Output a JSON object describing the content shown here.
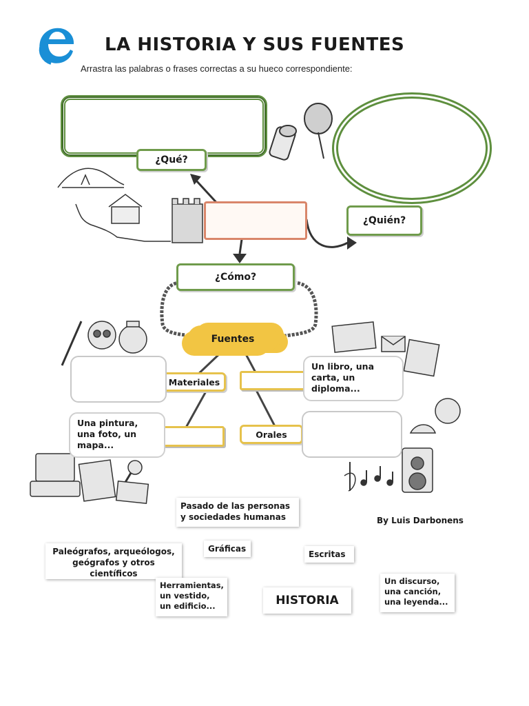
{
  "header": {
    "title": "LA HISTORIA Y SUS FUENTES",
    "instructions": "Arrastra las palabras o frases correctas a su hueco correspondiente:"
  },
  "map": {
    "que_label": "¿Qué?",
    "quien_label": "¿Quién?",
    "como_label": "¿Cómo?",
    "fuentes_label": "Fuentes",
    "materiales_label": "Materiales",
    "orales_label": "Orales",
    "escritas_example": "Un libro, una carta, un diploma...",
    "graficas_example": "Una pintura, una foto, un mapa..."
  },
  "cards": {
    "pasado": "Pasado de las personas y sociedades humanas",
    "cientificos": "Paleógrafos, arqueólogos, geógrafos y otros científicos",
    "graficas": "Gráficas",
    "escritas": "Escritas",
    "herramientas": "Herramientas, un vestido, un edificio...",
    "historia": "HISTORIA",
    "discurso": "Un discurso, una canción, una leyenda..."
  },
  "credit": "By Luis Darbonens",
  "colors": {
    "logo_blue": "#1a8fd6",
    "frame_green": "#5e8f3e",
    "scroll_orange": "#d9866a",
    "cloud_yellow": "#f2c543"
  }
}
